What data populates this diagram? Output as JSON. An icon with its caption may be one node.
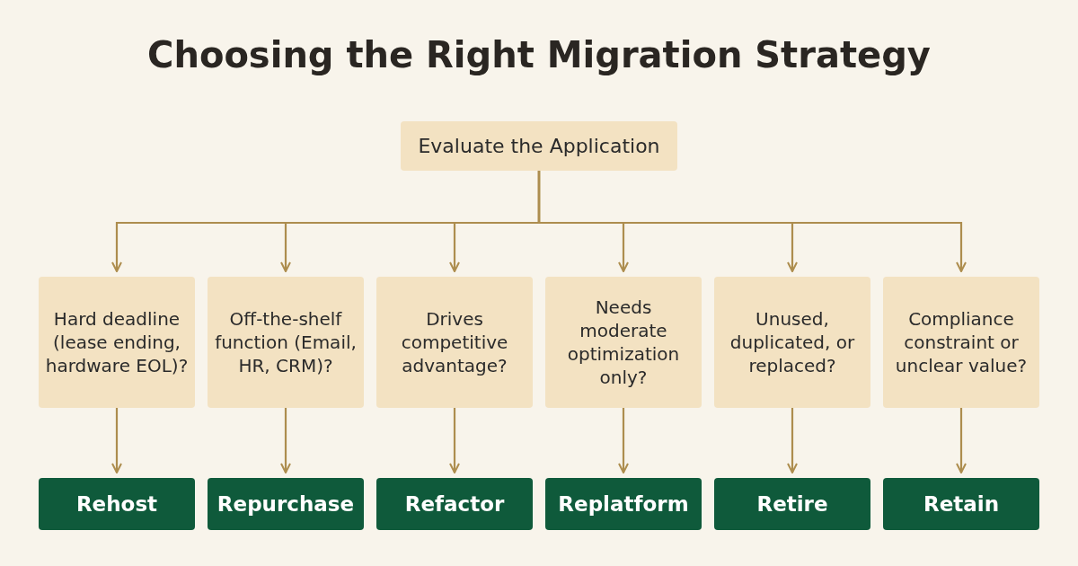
{
  "diagram": {
    "title": "Choosing the Right Migration Strategy",
    "nodes": [
      {
        "text": [
          "Evaluate the Application"
        ]
      },
      {
        "text": [
          "Hard deadline (lease ending, hardware EOL)?"
        ]
      },
      {
        "text": [
          "Off-the-shelf function (Email, HR, CRM)?"
        ]
      },
      {
        "text": [
          "Drives competitive advantage?"
        ]
      },
      {
        "text": [
          "Needs moderate optimization only?"
        ]
      },
      {
        "text": [
          "Unused, duplicated, or replaced?"
        ]
      },
      {
        "text": [
          "Compliance constraint or unclear value?"
        ]
      },
      {
        "text": [
          "Rehost"
        ]
      },
      {
        "text": [
          "Repurchase"
        ]
      },
      {
        "text": [
          "Refactor"
        ]
      },
      {
        "text": [
          "Replatform"
        ]
      },
      {
        "text": [
          "Retire"
        ]
      },
      {
        "text": [
          "Retain"
        ]
      }
    ],
    "edges": [
      {
        "from": 0,
        "to": 1,
        "arrow": "to"
      },
      {
        "from": 0,
        "to": 2,
        "arrow": "to"
      },
      {
        "from": 0,
        "to": 3,
        "arrow": "to"
      },
      {
        "from": 0,
        "to": 4,
        "arrow": "to"
      },
      {
        "from": 0,
        "to": 5,
        "arrow": "to"
      },
      {
        "from": 0,
        "to": 6,
        "arrow": "to"
      },
      {
        "from": 1,
        "to": 7,
        "arrow": "to"
      },
      {
        "from": 2,
        "to": 8,
        "arrow": "to"
      },
      {
        "from": 3,
        "to": 9,
        "arrow": "to"
      },
      {
        "from": 4,
        "to": 10,
        "arrow": "to"
      },
      {
        "from": 5,
        "to": 11,
        "arrow": "to"
      },
      {
        "from": 6,
        "to": 12,
        "arrow": "to"
      }
    ]
  }
}
